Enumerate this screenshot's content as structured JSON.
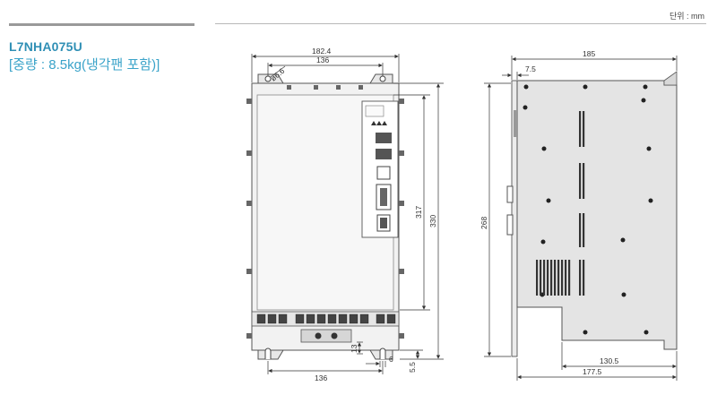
{
  "header": {
    "unit_label": "단위 : mm"
  },
  "product": {
    "model": "L7NHA075U",
    "weight_note": "[중량 : 8.5kg(냉각팬 포함)]"
  },
  "front_view": {
    "dims": {
      "overall_width": "182.4",
      "top_hole_pitch": "136",
      "hole_dia": "ø6.6",
      "inner_height": "317",
      "overall_height": "330",
      "bottom_hole_pitch": "136",
      "bottom_offset": "13",
      "bottom_slot": "6",
      "bottom_edge": "5.5"
    }
  },
  "side_view": {
    "dims": {
      "overall_depth": "185",
      "flange_offset": "7.5",
      "height": "268",
      "body_depth": "130.5",
      "lower_depth": "177.5"
    }
  }
}
